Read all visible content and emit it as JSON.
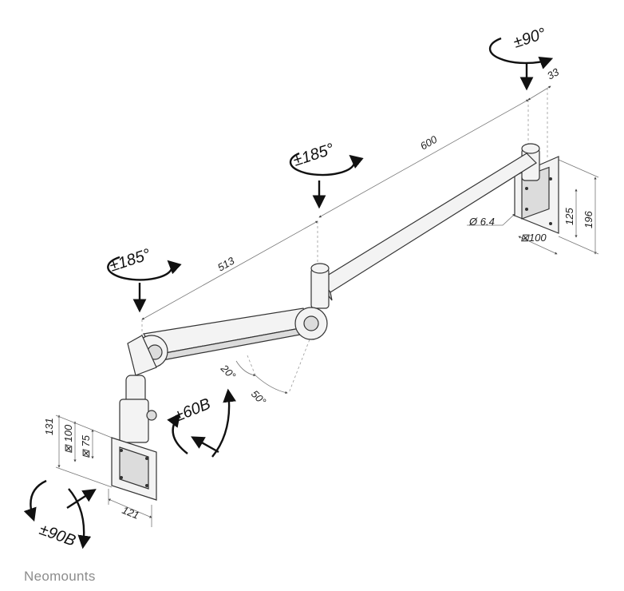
{
  "labels": {
    "rot_top": "±90°",
    "dim_33": "33",
    "dim_600": "600",
    "rot_mid": "±185°",
    "dim_513": "513",
    "rot_left": "±185°",
    "dim_diam": "Ø 6.4",
    "dim_125": "125",
    "dim_196": "196",
    "dim_vesa_wall": "⊠100",
    "angle_20": "20°",
    "angle_50": "50°",
    "tilt": "±60B",
    "dim_131": "131",
    "dim_100": "⊠ 100",
    "dim_75": "⊠ 75",
    "dim_121": "121",
    "swivel": "±90B"
  },
  "brand": "Neomounts"
}
